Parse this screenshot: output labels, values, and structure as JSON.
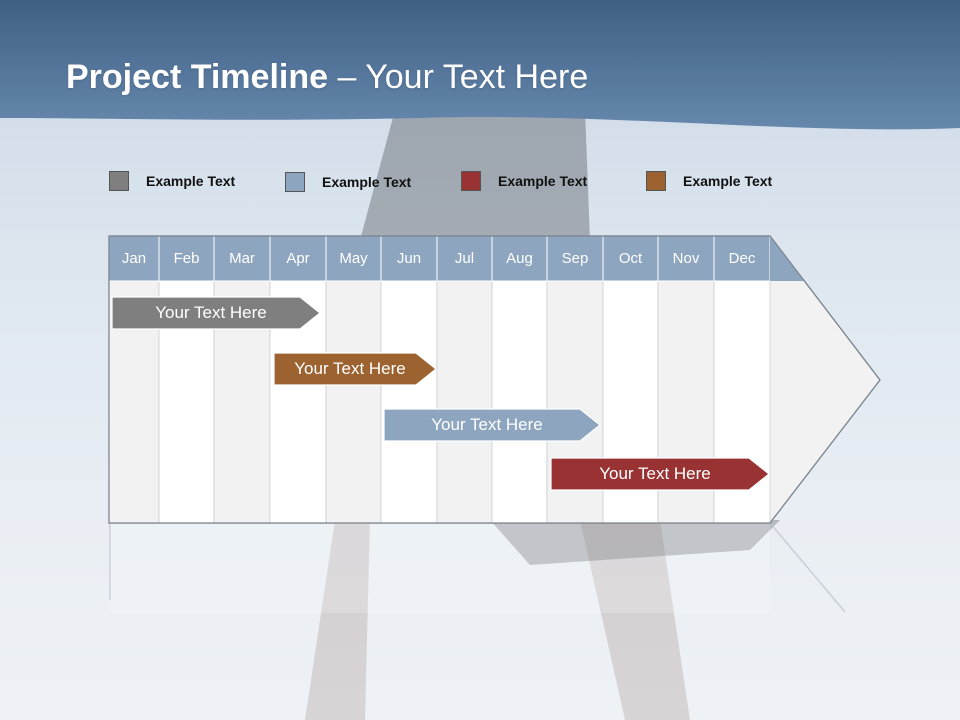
{
  "slide": {
    "title_bold": "Project Timeline",
    "title_rest": " – Your Text Here"
  },
  "legend": [
    {
      "label": "Example Text",
      "color": "#7f7f7f"
    },
    {
      "label": "Example Text",
      "color": "#8ea5c0"
    },
    {
      "label": "Example Text",
      "color": "#993333"
    },
    {
      "label": "Example Text",
      "color": "#9c6330"
    }
  ],
  "months": [
    "Jan",
    "Feb",
    "Mar",
    "Apr",
    "May",
    "Jun",
    "Jul",
    "Aug",
    "Sep",
    "Oct",
    "Nov",
    "Dec"
  ],
  "tasks": [
    {
      "label": "Your  Text Here",
      "color": "#7f7f7f",
      "start": "Jan",
      "end": "Apr"
    },
    {
      "label": "Your  Text Here",
      "color": "#9c6330",
      "start": "Apr",
      "end": "Jun"
    },
    {
      "label": "Your  Text Here",
      "color": "#8ea5c0",
      "start": "Jun",
      "end": "Sep"
    },
    {
      "label": "Your  Text Here",
      "color": "#993333",
      "start": "Sep",
      "end": "Dec"
    }
  ],
  "colors": {
    "header_band": "#4f709a",
    "month_header": "#8ea5c0",
    "grid_light": "#f2f2f2",
    "grid_white": "#ffffff"
  }
}
